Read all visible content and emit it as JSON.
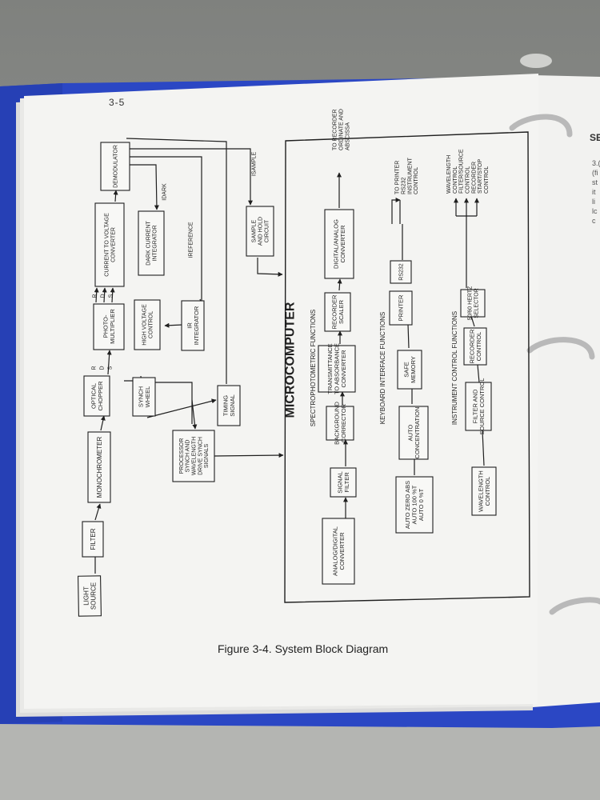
{
  "page": {
    "number": "3-5",
    "caption": "Figure 3-4.  System Block Diagram",
    "next_page_title": "SE",
    "next_page_text": [
      "3.(",
      "(fi",
      "st",
      "it",
      "li",
      "lc",
      "c"
    ]
  },
  "colors": {
    "binder": "#2b47c4",
    "paper": "#f4f4f2",
    "ink": "#1f1f1f",
    "background": "#8d8f8c"
  },
  "diagram": {
    "blocks": {
      "light_source": [
        "LIGHT",
        "SOURCE"
      ],
      "filter": [
        "FILTER"
      ],
      "monochrometer": [
        "MONOCHROMETER"
      ],
      "optical_chopper": [
        "OPTICAL",
        "CHOPPER"
      ],
      "photomultiplier": [
        "PHOTO-",
        "MULTIPLIER"
      ],
      "current_to_voltage": [
        "CURRENT TO VOLTAGE",
        "CONVERTER"
      ],
      "demodulator": [
        "DEMODULATOR"
      ],
      "synch_wheel": [
        "SYNCH",
        "WHEEL"
      ],
      "high_voltage_control": [
        "HIGH VOLTAGE",
        "CONTROL"
      ],
      "dark_current_integrator": [
        "DARK CURRENT",
        "INTEGRATOR"
      ],
      "ir_integrator": [
        "I",
        "R",
        "INTEGRATOR"
      ],
      "timing_signal": [
        "TIMING",
        "SIGNAL"
      ],
      "processor_synch": [
        "PROCESSOR",
        "SYNCH AND",
        "WAVELENGTH",
        "DRIVE SYNCH",
        "SIGNALS"
      ],
      "sample_hold": [
        "SAMPLE",
        "AND HOLD",
        "CIRCUIT"
      ]
    },
    "signal_labels": {
      "r": "R",
      "d": "D",
      "s": "S",
      "i_dark": [
        "I",
        "DARK"
      ],
      "i_reference": [
        "I",
        "REFERENCE"
      ],
      "i_sample": [
        "I",
        "SAMPLE"
      ]
    },
    "microcomputer": {
      "title": "MICROCOMPUTER",
      "spectro_heading": "SPECTROPHOTOMETRIC FUNCTIONS",
      "spectro_blocks": [
        [
          "ANALOG/DIGITAL",
          "CONVERTER"
        ],
        [
          "SIGNAL",
          "FILTER"
        ],
        [
          "BACKGROUND",
          "CORRECTOR"
        ],
        [
          "TRANSMITTANCE",
          "TO ABSORBANCE",
          "CONVERTER"
        ],
        [
          "RECORDER",
          "SCALER"
        ],
        [
          "DIGITAL/ANALOG",
          "CONVERTER"
        ]
      ],
      "recorder_output": [
        "TO RECORDER",
        "ORDINATE AND",
        "ABSCISSA"
      ],
      "keyboard_heading": "KEYBOARD INTERFACE FUNCTIONS",
      "keyboard_blocks": [
        [
          "AUTO ZERO ABS",
          "AUTO 100 %T",
          "AUTO 0 %T"
        ],
        [
          "AUTO",
          "CONCENTRATION"
        ],
        [
          "SAFE",
          "MEMORY"
        ],
        [
          "PRINTER"
        ],
        [
          "RS232"
        ]
      ],
      "printer_output": [
        "TO PRINTER",
        "RS232",
        "INSTRUMENT",
        "CONTROL"
      ],
      "instrument_heading": "INSTRUMENT CONTROL FUNCTIONS",
      "instrument_blocks": [
        [
          "WAVELENGTH",
          "CONTROL"
        ],
        [
          "FILTER AND",
          "SOURCE CONTROL"
        ],
        [
          "RECORDER",
          "CONTROL"
        ],
        [
          "50/60 HERTZ",
          "SELECTOR"
        ]
      ],
      "instrument_output": [
        "WAVELENGTH",
        "CONTROL",
        "FILTER/SOURCE",
        "CONTROL",
        "RECORDER",
        "START/STOP",
        "CONTROL"
      ]
    }
  }
}
